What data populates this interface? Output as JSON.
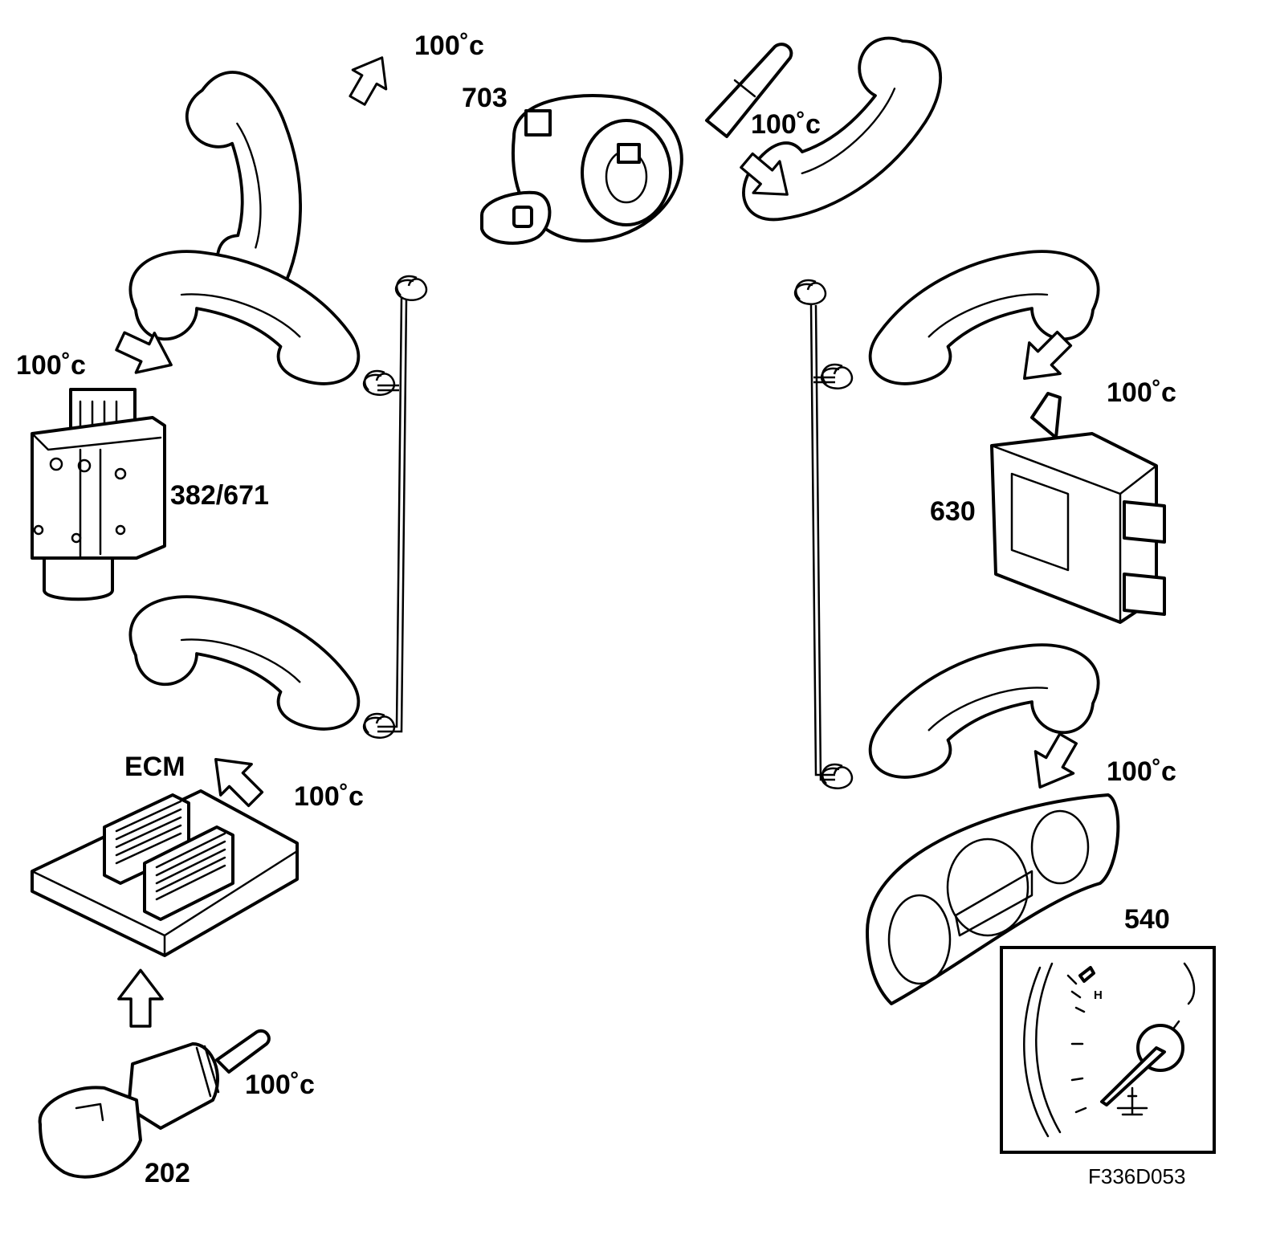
{
  "labels": {
    "temp": "100˚c",
    "part_703": "703",
    "part_382_671": "382/671",
    "part_ecm": "ECM",
    "part_202": "202",
    "part_630": "630",
    "part_540": "540",
    "gauge_h": "H",
    "figure_code": "F336D053"
  },
  "icons": {
    "handset": "phone-handset-icon",
    "arrow": "flow-arrow-icon",
    "coolant": "coolant-temperature-icon"
  },
  "colors": {
    "line": "#000000",
    "background": "#ffffff"
  }
}
